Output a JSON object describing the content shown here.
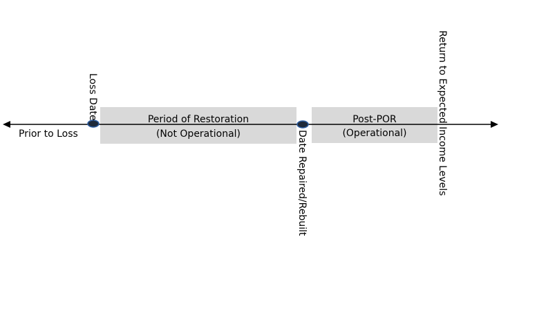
{
  "timeline": {
    "labels": {
      "prior_to_loss": "Prior to Loss",
      "loss_date": "Loss Date",
      "date_repaired": "Date Repaired/Rebuilt",
      "return_to_expected": "Return to Expected Income Levels"
    },
    "periods": {
      "restoration": {
        "title": "Period of Restoration",
        "subtitle": "(Not Operational)"
      },
      "post_por": {
        "title": "Post-POR",
        "subtitle": "(Operational)"
      }
    }
  },
  "colors": {
    "box_fill": "#d9d9d9",
    "line": "#000000",
    "marker_fill": "#1f2a3a",
    "marker_stroke": "#2e5fa3"
  }
}
